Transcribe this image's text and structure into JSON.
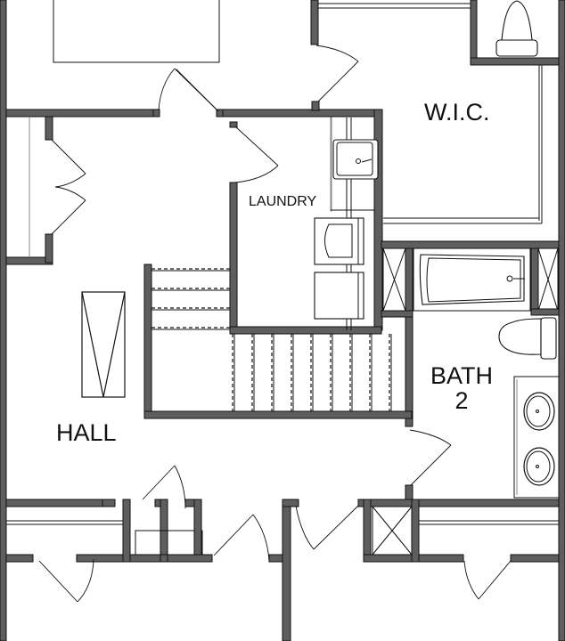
{
  "plan": {
    "type": "floor-plan",
    "rooms": {
      "wic": "W.I.C.",
      "laundry": "LAUNDRY",
      "bath": "BATH\n2",
      "hall": "HALL"
    },
    "colors": {
      "wall_fill": "#5e5e5e",
      "line": "#111111",
      "background": "#ffffff"
    },
    "fixtures": [
      "toilet",
      "toilet",
      "bathtub",
      "double-sink-vanity",
      "laundry-sink",
      "washer",
      "dryer",
      "attic-access",
      "stairs",
      "linen-closet",
      "hvac-chase"
    ]
  }
}
